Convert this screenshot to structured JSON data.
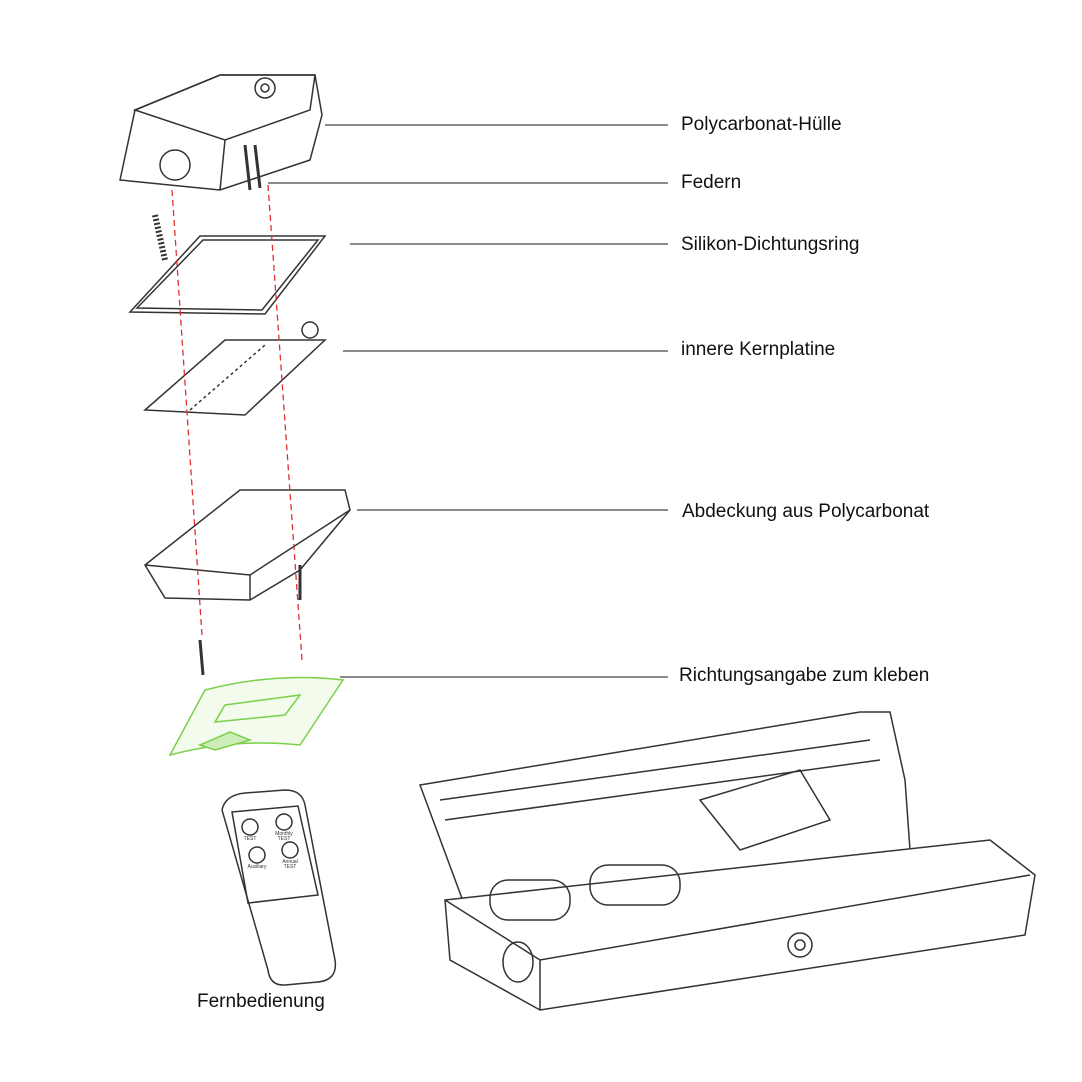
{
  "labels": {
    "housing": "Polycarbonat-Hülle",
    "springs": "Federn",
    "seal": "Silikon-Dichtungsring",
    "pcb": "innere Kernplatine",
    "cover": "Abdeckung aus Polycarbonat",
    "sticker": "Richtungsangabe zum kleben",
    "remote": "Fernbedienung"
  },
  "remote_buttons": [
    "TEST",
    "Monthly TEST",
    "Auxiliary",
    "Annual TEST"
  ],
  "colors": {
    "line": "#333333",
    "dash": "#e03030",
    "green": "#7ccf4a"
  }
}
